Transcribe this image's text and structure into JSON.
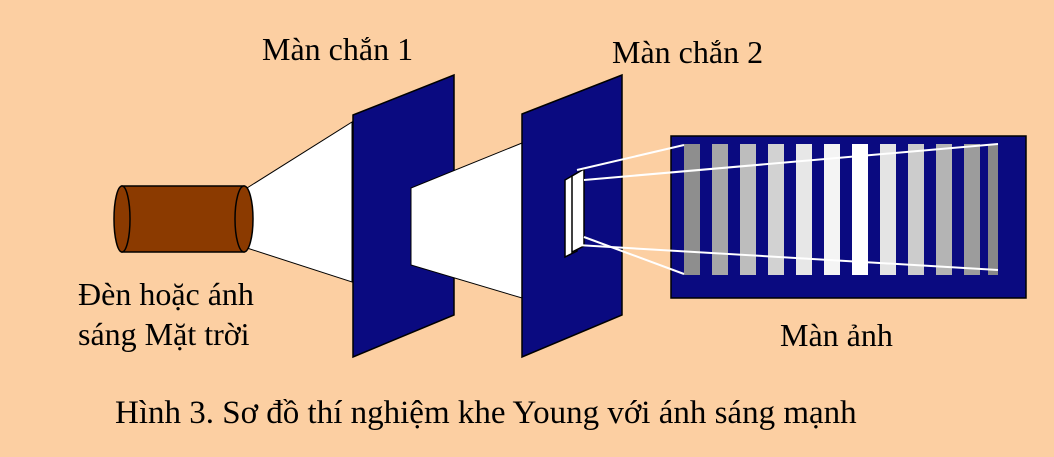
{
  "figure": {
    "background_color": "#FCCFA2",
    "screen_color": "#0A0A80",
    "lamp_color": "#8B3A00",
    "labels": {
      "screen1": "Màn chắn 1",
      "screen2": "Màn chắn 2",
      "source_line1": "Đèn hoặc ánh",
      "source_line2": "sáng Mặt trời",
      "image_screen": "Màn ảnh"
    },
    "caption": "Hình 3. Sơ đồ thí nghiệm khe Young với ánh sáng mạnh"
  }
}
